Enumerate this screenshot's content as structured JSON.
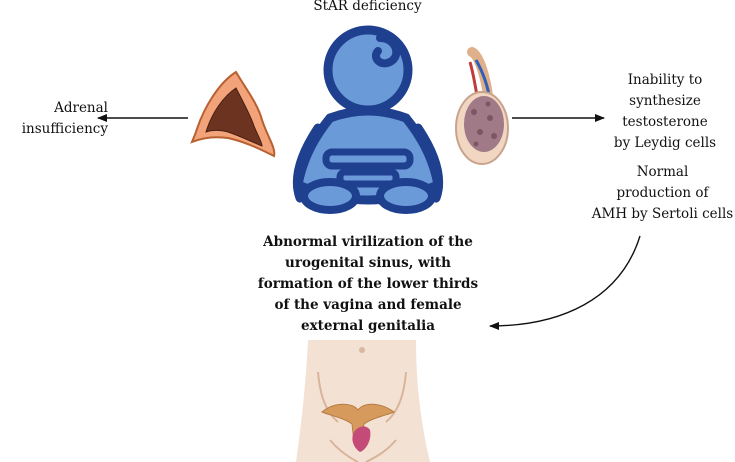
{
  "title": "StAR deficiency",
  "left_label": [
    "Adrenal",
    "insufficiency"
  ],
  "right_label_top": [
    "Inability to",
    "synthesize",
    "testosterone",
    "by Leydig cells"
  ],
  "right_label_bottom": [
    "Normal",
    "production of",
    "AMH by Sertoli cells"
  ],
  "center_label": [
    "Abnormal virilization of the",
    "urogenital sinus, with",
    "formation of the lower thirds",
    "of the vagina and female",
    "external genitalia"
  ],
  "colors": {
    "baby_fill": "#6b9ad8",
    "baby_outline": "#1f3f8f",
    "adrenal_outer": "#f2a37a",
    "adrenal_inner": "#6b3320",
    "testis_fill": "#a07a86",
    "testis_capsule": "#f1d6c2",
    "skin": "#f3e2d4",
    "uterus": "#d79a5d",
    "vagina": "#c44a78",
    "arrow": "#111111"
  }
}
